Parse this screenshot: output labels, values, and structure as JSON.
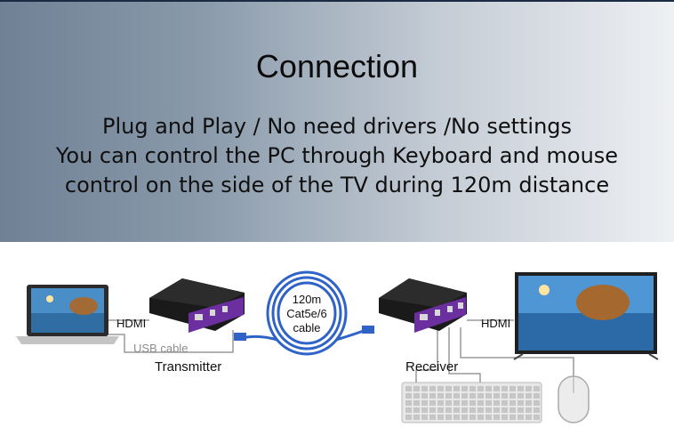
{
  "header": {
    "title": "Connection",
    "lines": [
      "Plug and Play / No need drivers /No settings",
      "You can control the PC through Keyboard and mouse",
      "control on the side of the TV during 120m distance"
    ]
  },
  "diagram": {
    "hdmi_left": "HDMI",
    "usb_cable": "USB cable",
    "transmitter": "Transmitter",
    "cable_lines": [
      "120m",
      "Cat5e/6",
      "cable"
    ],
    "hdmi_right": "HDMI",
    "receiver": "Receiver"
  },
  "colors": {
    "device_body": "#1a1a1a",
    "device_panel": "#6b2fa0",
    "cable": "#2f63c8",
    "connector_line": "#9a9a9a"
  }
}
